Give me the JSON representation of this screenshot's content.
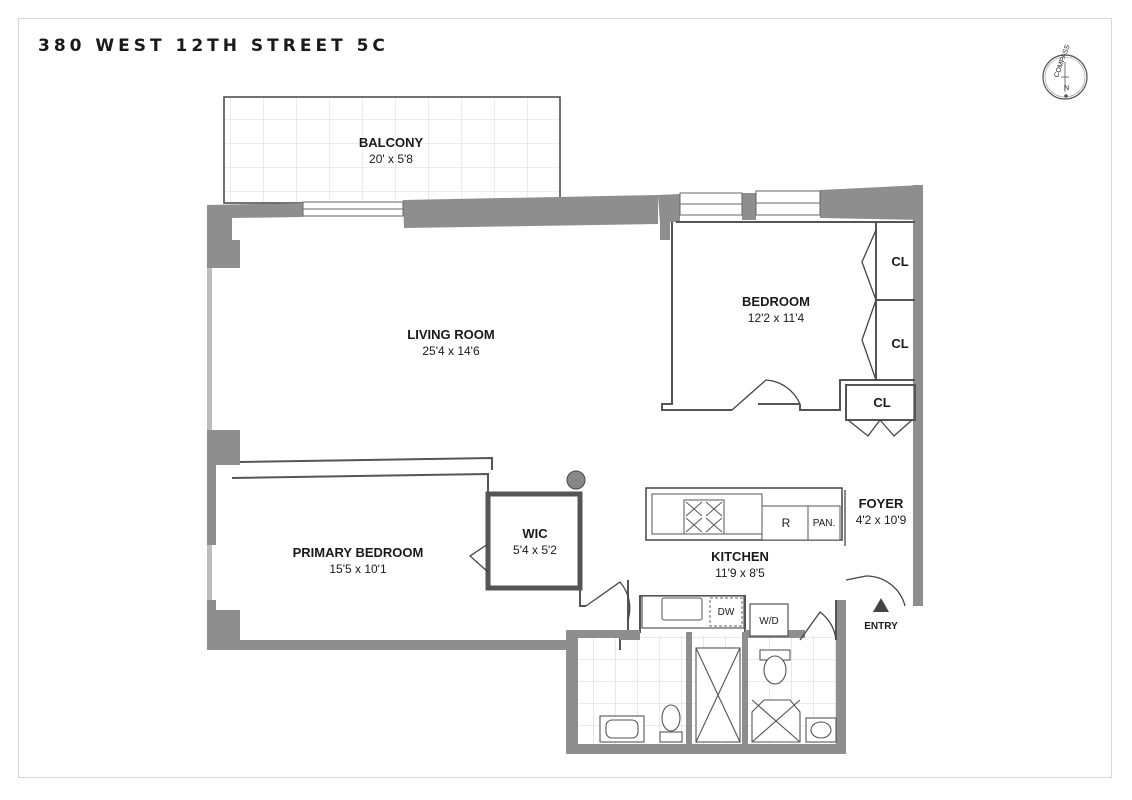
{
  "title": "380 WEST 12TH STREET 5C",
  "compass": {
    "label": "COMPASS",
    "north": "N"
  },
  "rooms": {
    "balcony": {
      "name": "BALCONY",
      "dims": "20' x 5'8"
    },
    "living_room": {
      "name": "LIVING ROOM",
      "dims": "25'4 x 14'6"
    },
    "bedroom": {
      "name": "BEDROOM",
      "dims": "12'2 x 11'4"
    },
    "primary_bedroom": {
      "name": "PRIMARY BEDROOM",
      "dims": "15'5 x 10'1"
    },
    "wic": {
      "name": "WIC",
      "dims": "5'4 x 5'2"
    },
    "kitchen": {
      "name": "KITCHEN",
      "dims": "11'9 x 8'5"
    },
    "foyer": {
      "name": "FOYER",
      "dims": "4'2 x 10'9"
    }
  },
  "closets": {
    "cl1": "CL",
    "cl2": "CL",
    "cl3": "CL"
  },
  "fixtures": {
    "refrigerator": "R",
    "pantry": "PAN.",
    "dishwasher": "DW",
    "washer_dryer": "W/D"
  },
  "entry": "ENTRY"
}
